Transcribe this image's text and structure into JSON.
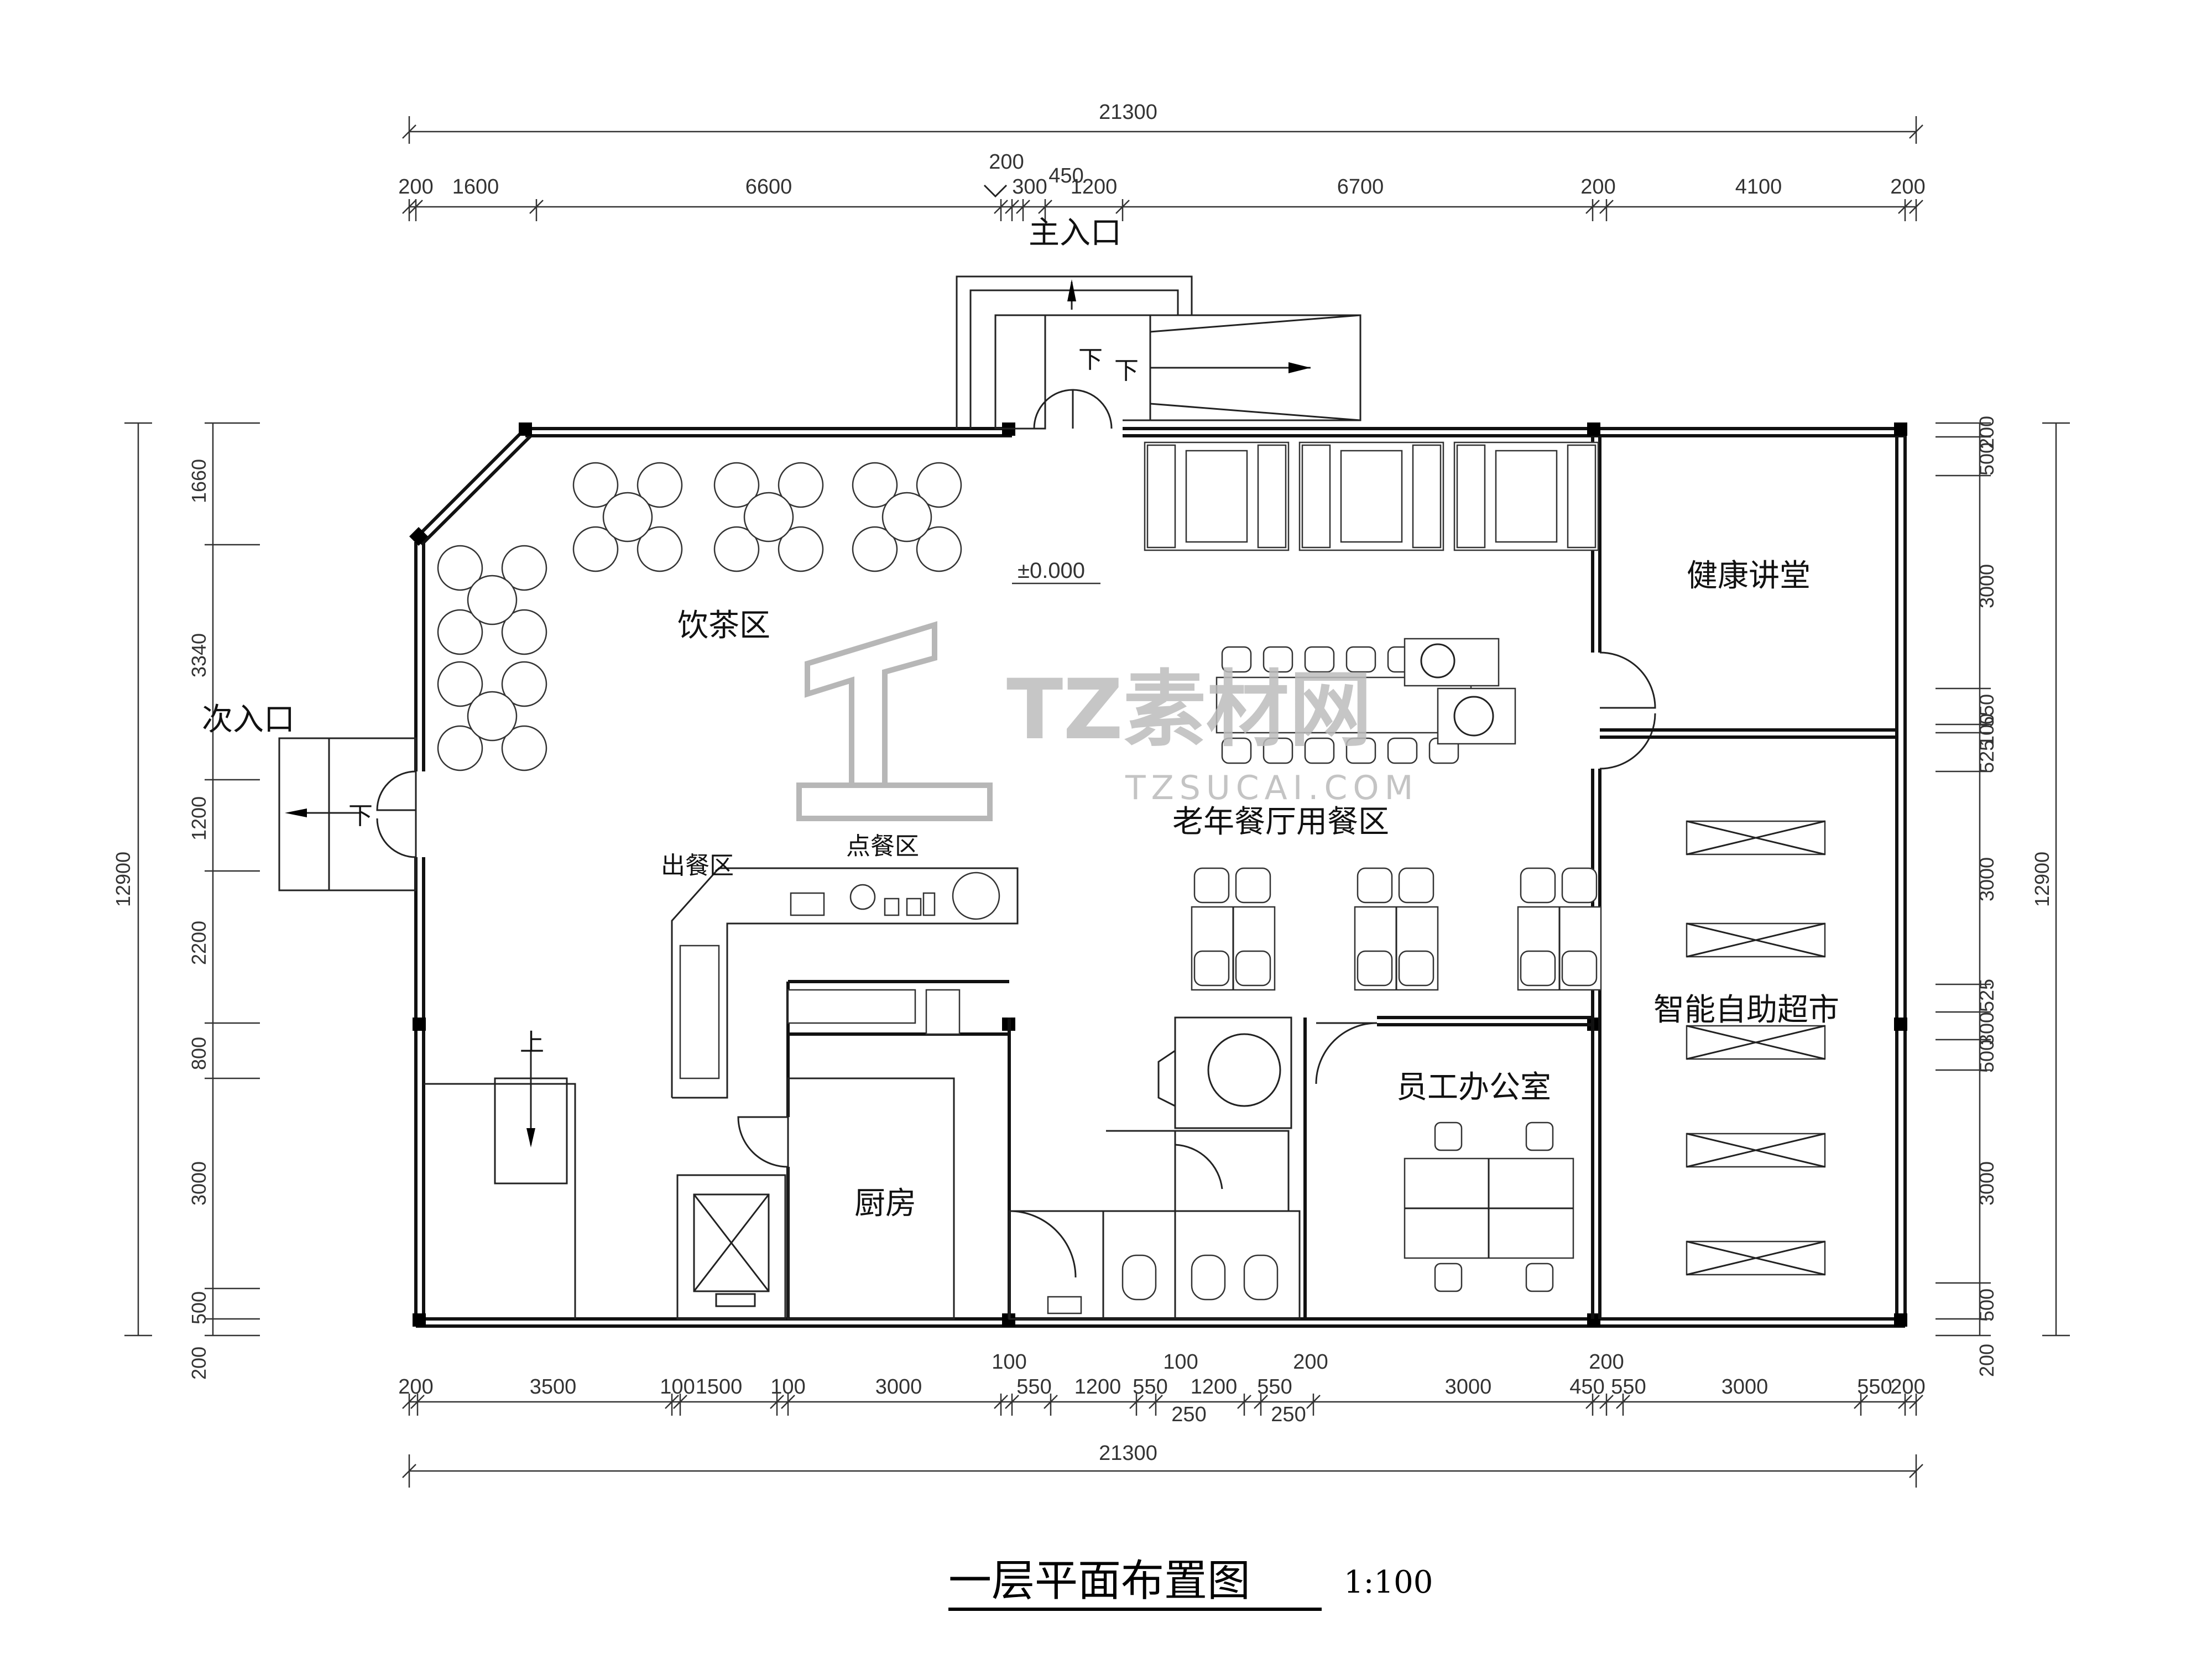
{
  "drawing": {
    "title": "一层平面布置图",
    "scale": "1:100",
    "level": "±0.000"
  },
  "rooms": {
    "main_entrance": "主入口",
    "side_entrance": "次入口",
    "tea_area": "饮茶区",
    "dining_area": "老年餐厅用餐区",
    "health_lecture": "健康讲堂",
    "smart_market": "智能自助超市",
    "staff_office": "员工办公室",
    "kitchen": "厨房",
    "serving_area": "出餐区",
    "ordering_area": "点餐区"
  },
  "stair_marks": {
    "down_1": "下",
    "down_2": "下",
    "down_3": "下",
    "up": "上"
  },
  "dimensions": {
    "top_total": "21300",
    "top_segments": [
      "200",
      "1600",
      "6600",
      "200",
      "300",
      "450",
      "1200",
      "6700",
      "200",
      "4100",
      "200"
    ],
    "bottom_total": "21300",
    "bottom_segments_1": [
      "200",
      "3500",
      "100",
      "1500",
      "100",
      "3000",
      "550",
      "1200",
      "550",
      "1200",
      "550",
      "3000",
      "450",
      "550",
      "3000",
      "550",
      "200"
    ],
    "bottom_segments_2": [
      "100",
      "100",
      "200",
      "250",
      "250",
      "200"
    ],
    "left_total": "12900",
    "left_segments": [
      "1660",
      "3340",
      "1200",
      "2200",
      "800",
      "3000",
      "500",
      "200"
    ],
    "right_total": "12900",
    "right_segments": [
      "200",
      "500",
      "3000",
      "550",
      "100",
      "525",
      "3000",
      "525",
      "300",
      "500",
      "3000",
      "500",
      "200"
    ]
  },
  "watermark": {
    "logo_text": "TZ素材网",
    "url_text": "TZSUCAI.COM"
  }
}
